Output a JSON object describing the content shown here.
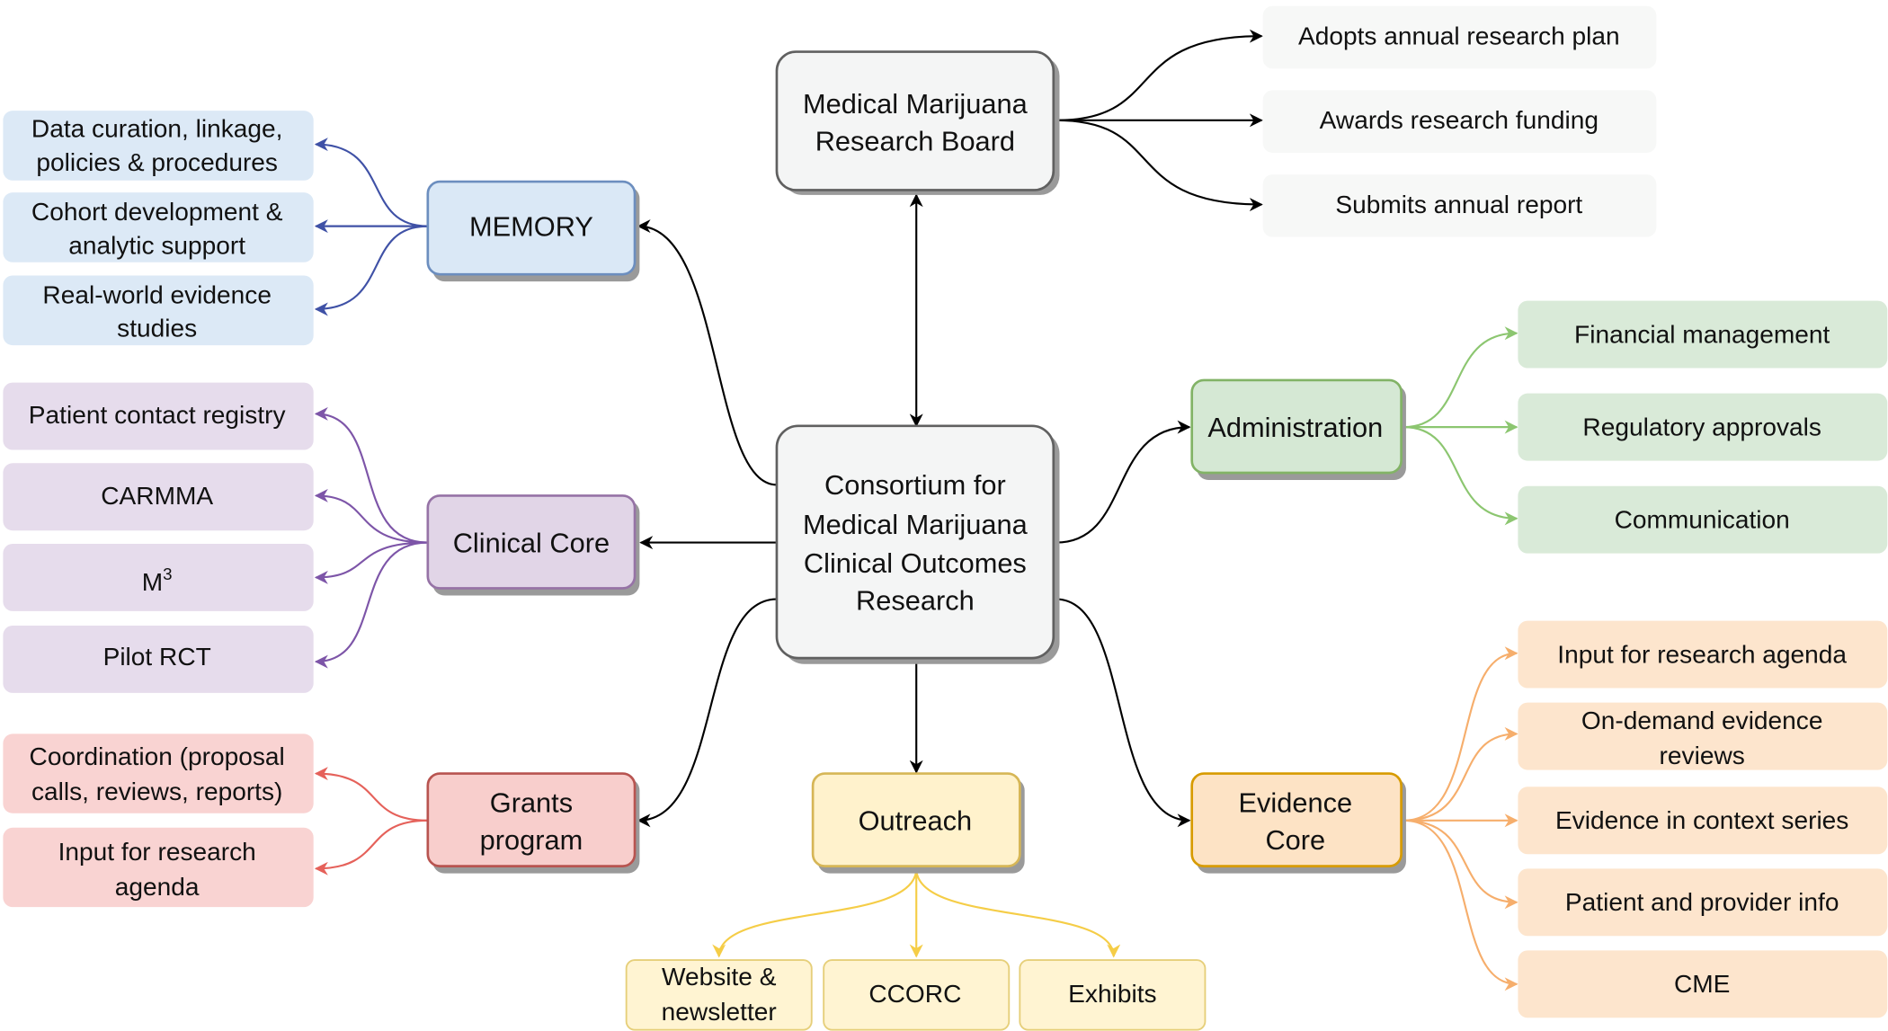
{
  "colors": {
    "center": {
      "fill": "#f4f5f5",
      "stroke": "#606060",
      "edge": "#000000"
    },
    "board": {
      "fill": "#f4f5f5",
      "stroke": "#606060",
      "edge": "#000000"
    },
    "memory": {
      "fill": "#dae8f6",
      "stroke": "#6c8ebf",
      "edge": "#3f51a6",
      "leaf": "#dce9f6"
    },
    "clinical": {
      "fill": "#e1d5e7",
      "stroke": "#9673a6",
      "edge": "#7d55a8",
      "leaf": "#e6dcec"
    },
    "grants": {
      "fill": "#f8cecc",
      "stroke": "#b85450",
      "edge": "#e5615a",
      "leaf": "#f9d3d2"
    },
    "outreach": {
      "fill": "#fff2cc",
      "stroke": "#d6b656",
      "edge": "#f5cd47",
      "leaf": "#fff4d2"
    },
    "admin": {
      "fill": "#d5e8d4",
      "stroke": "#82b366",
      "edge": "#8cc670",
      "leaf": "#d9ead8"
    },
    "evidence": {
      "fill": "#fde3c5",
      "stroke": "#d79b00",
      "edge": "#f6ae6c",
      "leaf": "#fde5cd"
    },
    "board_leaf": "#f7f8f7"
  },
  "center": {
    "lines": [
      "Consortium for",
      "Medical Marijuana",
      "Clinical Outcomes",
      "Research"
    ]
  },
  "board": {
    "lines": [
      "Medical Marijuana",
      "Research Board"
    ],
    "items": [
      "Adopts annual research plan",
      "Awards research funding",
      "Submits annual report"
    ]
  },
  "memory": {
    "label": "MEMORY",
    "items": [
      [
        "Data curation, linkage,",
        "policies & procedures"
      ],
      [
        "Cohort development &",
        "analytic support"
      ],
      [
        "Real-world evidence",
        "studies"
      ]
    ]
  },
  "clinical": {
    "label": "Clinical Core",
    "items": [
      [
        "Patient contact registry"
      ],
      [
        "CARMMA"
      ],
      [
        "M3"
      ],
      [
        "Pilot RCT"
      ]
    ],
    "m3": {
      "base": "M",
      "sup": "3"
    }
  },
  "grants": {
    "lines": [
      "Grants",
      "program"
    ],
    "items": [
      [
        "Coordination (proposal",
        "calls, reviews, reports)"
      ],
      [
        "Input for research",
        "agenda"
      ]
    ]
  },
  "outreach": {
    "label": "Outreach",
    "items": [
      [
        "Website &",
        "newsletter"
      ],
      [
        "CCORC"
      ],
      [
        "Exhibits"
      ]
    ]
  },
  "admin": {
    "label": "Administration",
    "items": [
      "Financial management",
      "Regulatory approvals",
      "Communication"
    ]
  },
  "evidence": {
    "lines": [
      "Evidence",
      "Core"
    ],
    "items": [
      [
        "Input for research agenda"
      ],
      [
        "On-demand evidence",
        "reviews"
      ],
      [
        "Evidence in context series"
      ],
      [
        "Patient and provider info"
      ],
      [
        "CME"
      ]
    ]
  }
}
